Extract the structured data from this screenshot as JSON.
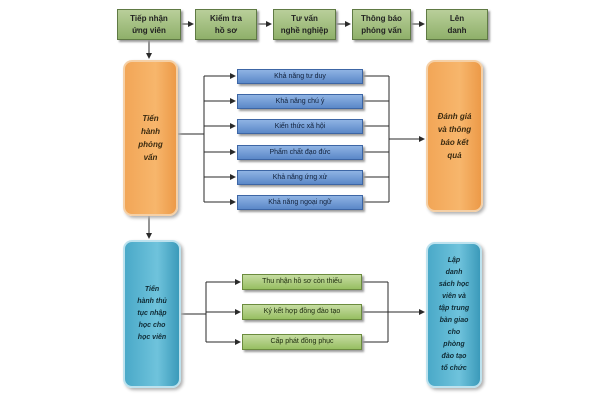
{
  "top_steps": [
    {
      "label": "Tiếp nhận\nứng viên"
    },
    {
      "label": "Kiểm tra\nhồ sơ"
    },
    {
      "label": "Tư vấn\nnghề nghiệp"
    },
    {
      "label": "Thông báo\nphỏng vấn"
    },
    {
      "label": "Lên\ndanh"
    }
  ],
  "interview": {
    "left_label": "Tiến\nhành\nphỏng\nvấn",
    "right_label": "Đánh giá\nvà thông\nbáo kết\nquả",
    "criteria": [
      "Khả năng tư duy",
      "Khả năng chú ý",
      "Kiến thức xã hội",
      "Phẩm chất đạo đức",
      "Khả năng ứng xử",
      "Khả năng ngoại ngữ"
    ]
  },
  "admission": {
    "left_label": "Tiến\nhành thủ\ntục nhập\nhọc cho\nhọc viên",
    "right_label": "Lập\ndanh\nsách học\nviên và\ntập trung\nbàn giao\ncho\nphòng\nđào tạo\ntổ chức",
    "steps": [
      "Thu nhận hồ sơ còn thiếu",
      "Ký kết hợp đồng đào tạo",
      "Cấp phát đồng phục"
    ]
  },
  "colors": {
    "top_green": "#8fb06a",
    "orange": "#f2a657",
    "teal": "#4aa9c8",
    "criteria_blue": "#5b88c8",
    "step_green": "#97bf62",
    "connector": "#2a2a2a"
  }
}
